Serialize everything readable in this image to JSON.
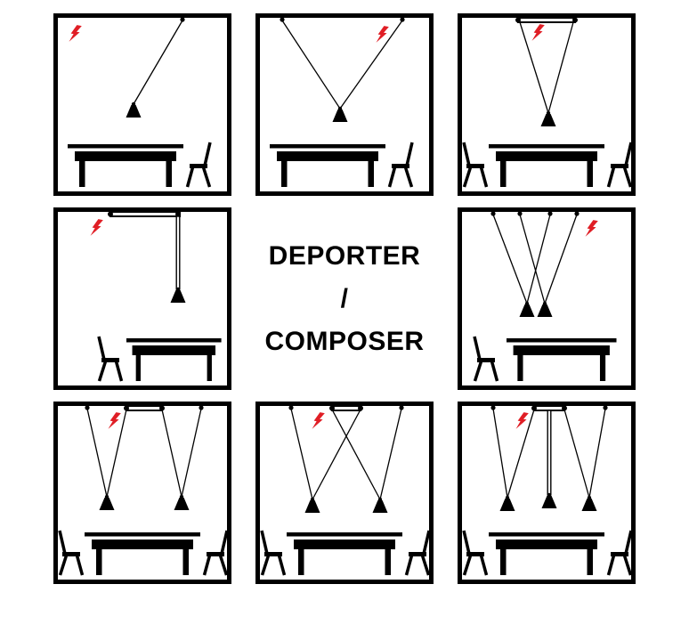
{
  "title": {
    "line1": "DEPORTER",
    "line2": "/",
    "line3": "COMPOSER"
  },
  "colors": {
    "ink": "#000000",
    "bolt": "#e01e25",
    "bg": "#ffffff"
  },
  "icons": {
    "lightning-icon": "power-point (red lightning bolt)",
    "pendant-lamp-icon": "black cone pendant lampshade",
    "table-icon": "table side view",
    "chair-icon": "chair side view",
    "ceiling-track": "ceiling-mounted rod",
    "rigid-stem": "rigid vertical lamp stem"
  },
  "panels": [
    {
      "position": "top-left",
      "name": "one-lamp-single-angled-cable",
      "lamps": 1,
      "cables": 1,
      "ceiling_track": false,
      "rigid_stem": false,
      "chairs": 1,
      "power_point": "top-left"
    },
    {
      "position": "top-center",
      "name": "one-lamp-two-cable-v",
      "lamps": 1,
      "cables": 2,
      "ceiling_track": false,
      "rigid_stem": false,
      "chairs": 1,
      "power_point": "top-right"
    },
    {
      "position": "top-right",
      "name": "one-lamp-v-from-track",
      "lamps": 1,
      "cables": 2,
      "ceiling_track": true,
      "rigid_stem": false,
      "chairs": 2,
      "power_point": "top-center"
    },
    {
      "position": "middle-left",
      "name": "one-lamp-rigid-stem-from-track",
      "lamps": 1,
      "cables": 0,
      "ceiling_track": true,
      "rigid_stem": true,
      "chairs": 1,
      "power_point": "top-left"
    },
    {
      "position": "middle-right",
      "name": "two-lamps-crossed-v",
      "lamps": 2,
      "cables": 4,
      "ceiling_track": false,
      "rigid_stem": false,
      "chairs": 1,
      "power_point": "top-right"
    },
    {
      "position": "bottom-left",
      "name": "two-lamps-double-v-with-track",
      "lamps": 2,
      "cables": 4,
      "ceiling_track": true,
      "rigid_stem": false,
      "chairs": 2,
      "power_point": "top-center-left"
    },
    {
      "position": "bottom-center",
      "name": "two-lamps-crossed-x-with-track",
      "lamps": 2,
      "cables": 4,
      "ceiling_track": true,
      "rigid_stem": false,
      "chairs": 2,
      "power_point": "top-center-left"
    },
    {
      "position": "bottom-right",
      "name": "three-lamps-center-stem-with-track",
      "lamps": 3,
      "cables": 4,
      "ceiling_track": true,
      "rigid_stem": true,
      "chairs": 2,
      "power_point": "top-center-left"
    }
  ]
}
